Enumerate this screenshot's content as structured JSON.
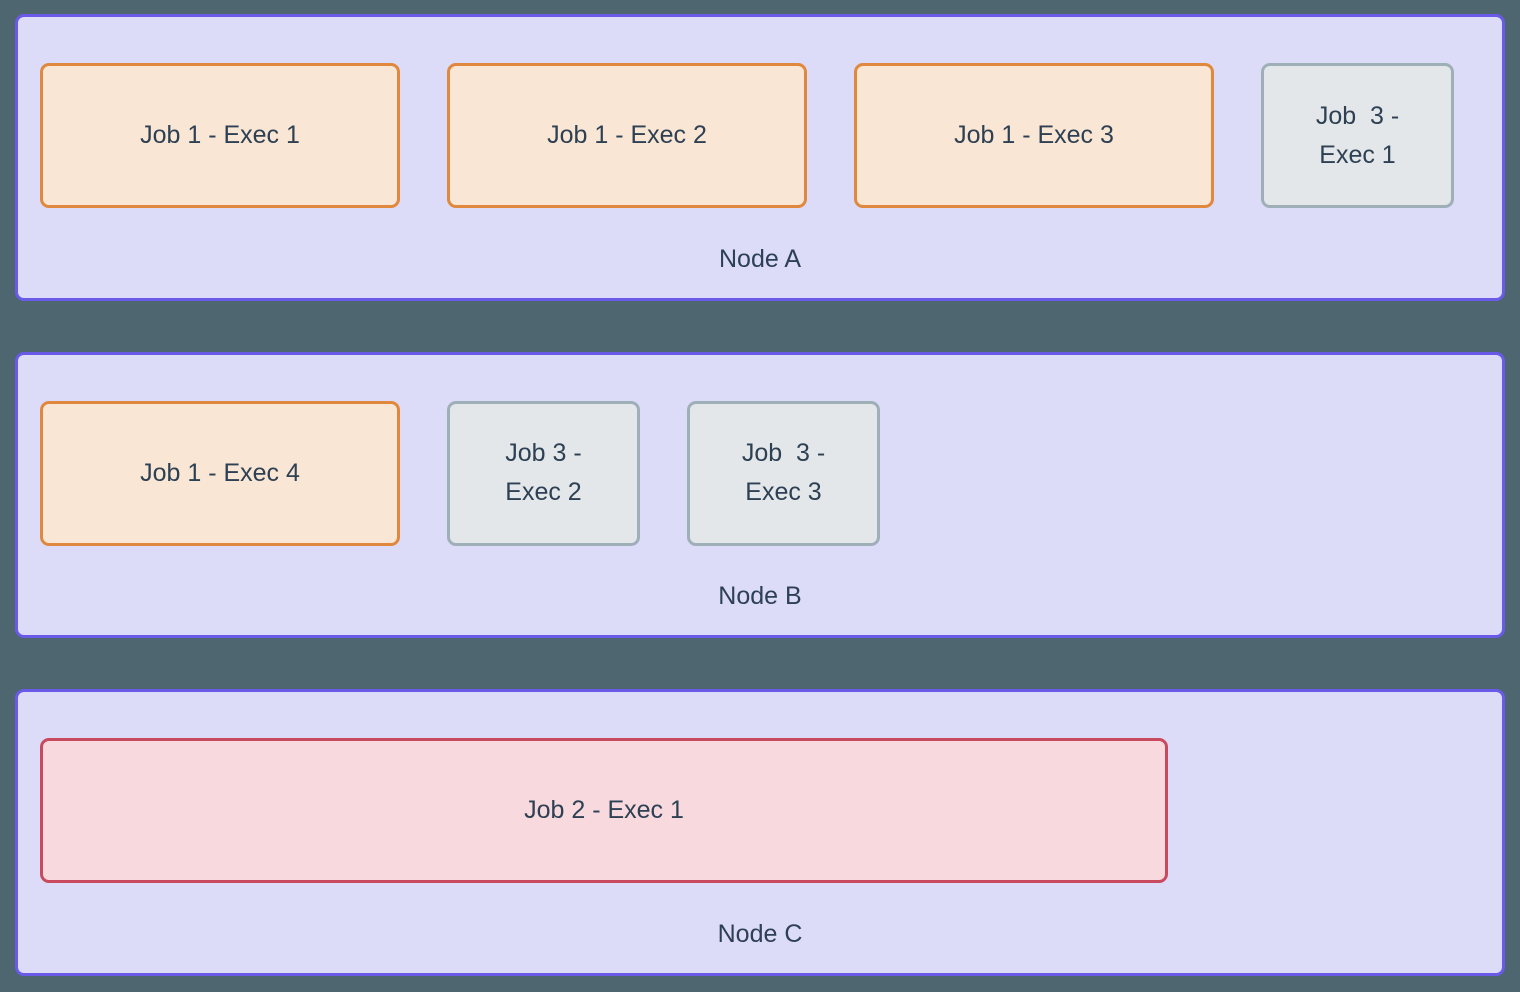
{
  "diagram": {
    "title": "cluster-node-executor-allocation",
    "colors": {
      "page_background": "#4d6670",
      "node_fill": "#dcdcf8",
      "node_border": "#6a5ae8",
      "text": "#2e4053",
      "job1_fill": "#fae6d4",
      "job1_border": "#e0883e",
      "job2_fill": "#f7d9de",
      "job2_border": "#c94a5e",
      "job3_fill": "#e3e7ea",
      "job3_border": "#9fafb8"
    },
    "nodes": [
      {
        "label": "Node A",
        "executors": [
          {
            "job": "job1",
            "label": "Job 1 - Exec 1"
          },
          {
            "job": "job1",
            "label": "Job 1 - Exec 2"
          },
          {
            "job": "job1",
            "label": "Job 1 - Exec 3"
          },
          {
            "job": "job3",
            "label": "Job  3 -\nExec 1"
          }
        ]
      },
      {
        "label": "Node B",
        "executors": [
          {
            "job": "job1",
            "label": "Job 1 - Exec 4"
          },
          {
            "job": "job3",
            "label": "Job 3 -\nExec 2"
          },
          {
            "job": "job3",
            "label": "Job  3 -\nExec 3"
          }
        ]
      },
      {
        "label": "Node C",
        "executors": [
          {
            "job": "job2",
            "label": "Job 2 - Exec 1"
          }
        ]
      }
    ]
  }
}
